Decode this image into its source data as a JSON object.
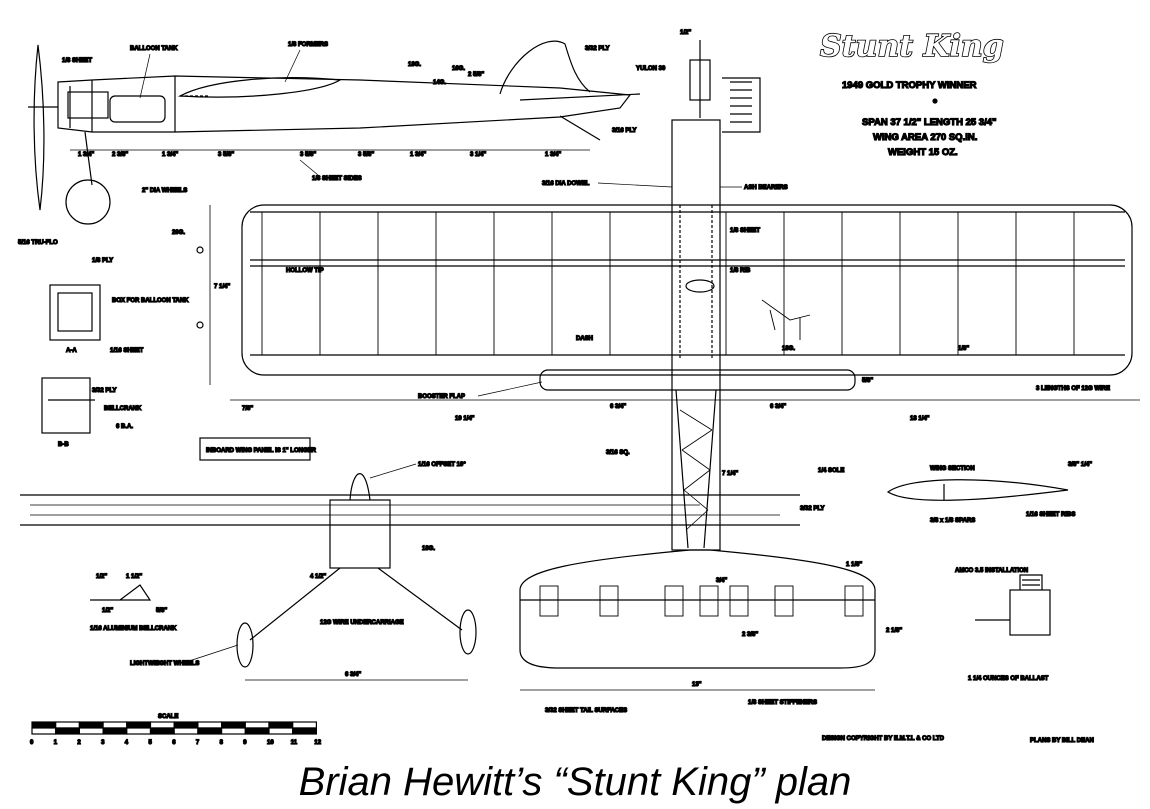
{
  "plan": {
    "title": "Stunt King",
    "subtitle": "1949 GOLD TROPHY WINNER",
    "specs": [
      "SPAN 37 1/2\"  LENGTH 25 3/4\"",
      "WING AREA 270 SQ.IN.",
      "WEIGHT 15 OZ."
    ],
    "labels": {
      "balloon_tank": "BALLOON TANK",
      "formers": "1/8 FORMERS",
      "sheet_top": "1/8 SHEET",
      "ply_3_32_top": "3/32 PLY",
      "yulon": "YULON 30",
      "g18_top": "18G.",
      "g16_top": "16G.",
      "g14": "14G.",
      "ply_3_16": "3/16 PLY",
      "sheet_sides": "1/8 SHEET SIDES",
      "dia_wheels": "2\" DIA WHEELS",
      "tru_flo": "5/16 TRU-FLO",
      "ply_1_8": "1/8 PLY",
      "box_balloon": "BOX FOR BALLOON TANK",
      "sheet_1_16": "1/16 SHEET",
      "section_aa": "A-A",
      "ply_3_32_bell": "3/32 PLY",
      "bellcrank": "BELLCRANK",
      "six_ba": "6 B.A.",
      "section_bb": "B-B",
      "inboard_note": "INBOARD WING PANEL IS 1\" LONGER",
      "dowel": "3/16 DIA DOWEL",
      "ash_bearers": "ASH BEARERS",
      "g20": "20G.",
      "hollow_tip": "HOLLOW TIP",
      "sheet_1_8_wing": "1/8 SHEET",
      "rib_1_8": "1/8 RIB",
      "dash": "DASH",
      "g18_wing": "18G.",
      "booster_flap": "BOOSTER FLAP",
      "lengths_wire": "3 LENGTHS OF 12G WIRE",
      "sq_3_16": "3/16 SQ.",
      "offset": "1/16 OFFSET 10°",
      "ply_3_32_tail": "3/32 PLY",
      "g18_uc": "18G.",
      "wire_uc": "12G WIRE UNDERCARRIAGE",
      "aluminium_bellcrank": "1/16 ALUMINIUM BELLCRANK",
      "light_wheels": "LIGHTWEIGHT WHEELS",
      "sole": "1/4 SOLE",
      "wing_section": "WING SECTION",
      "spars": "3/8 x 1/8 SPARS",
      "sheet_ribs": "1/16 SHEET RIBS",
      "amco": "AMCO 3.5 INSTALLATION",
      "ballast": "1 1/4 OUNCES OF BALLAST",
      "tail_surfaces": "3/32 SHEET TAIL SURFACES",
      "stiffeners": "1/8 SHEET STIFFENERS",
      "scale": "SCALE",
      "copyright": "DESIGN COPYRIGHT BY E.M.T.L & CO LTD",
      "plans_by": "PLANS BY BILL DEAN"
    },
    "dims": {
      "fus": [
        "1 3/4\"",
        "2 3/8\"",
        "1 3/4\"",
        "3 5/8\"",
        "3 5/8\"",
        "3 5/8\"",
        "1 3/4\"",
        "3 1/4\"",
        "1 3/4\""
      ],
      "wing_chord": "7 1/4\"",
      "tip": "7/8\"",
      "half_span_in": "19 1/4\"",
      "half_span_out": "18 1/4\"",
      "flap_l": "6 3/4\"",
      "flap_r": "6 3/4\"",
      "flap_depth": "5/8\"",
      "gap": "1/8\"",
      "tail_len": "7 1/4\"",
      "stab_gap": "3/4\"",
      "stab_chord": "2 3/8\"",
      "stab_right": "2 1/8\"",
      "stab_span": "13\"",
      "uc_track": "6 3/4\"",
      "uc_height": "4 1/2\"",
      "bell_a": "1/2\"",
      "bell_b": "1 1/2\"",
      "bell_c": "5/8\"",
      "bell_d": "1/2\"",
      "tip_dim": "1 1/8\"",
      "fin_h": "2 5/8\"",
      "nose": "1/2\"",
      "section_top": "3/8\" 1/4\""
    },
    "scale_ticks": [
      "0",
      "1",
      "2",
      "3",
      "4",
      "5",
      "6",
      "7",
      "8",
      "9",
      "10",
      "11",
      "12"
    ]
  },
  "caption": "Brian Hewitt’s “Stunt King” plan"
}
